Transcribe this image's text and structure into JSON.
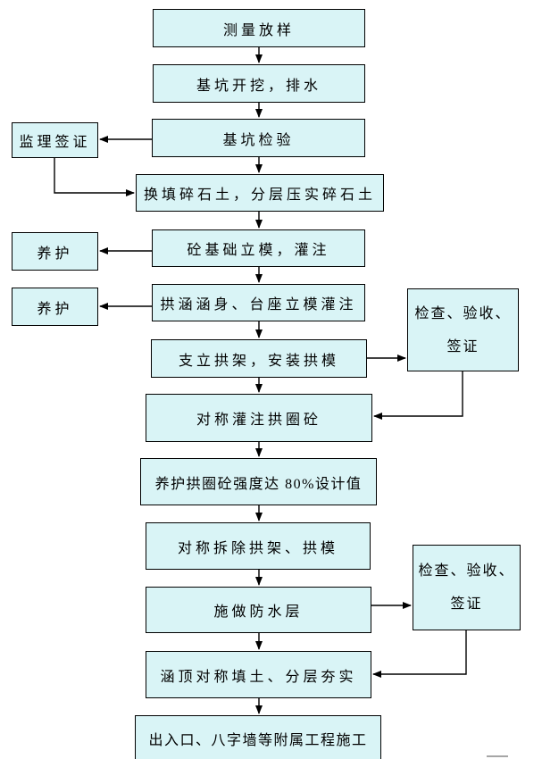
{
  "flowchart": {
    "colors": {
      "page_bg": "#ffffff",
      "box_fill": "#d9f4f6",
      "box_border": "#000000",
      "line": "#000000",
      "text": "#000000",
      "footer_bar": "#a6a6a6"
    },
    "main_steps": [
      "测量放样",
      "基坑开挖，排水",
      "基坑检验",
      "换填碎石土，分层压实碎石土",
      "砼基础立模，灌注",
      "拱涵涵身、台座立模灌注",
      "支立拱架，安装拱模",
      "对称灌注拱圈砼",
      "养护拱圈砼强度达 80%设计值",
      "对称拆除拱架、拱模",
      "施做防水层",
      "涵顶对称填土、分层夯实",
      "出入口、八字墙等附属工程施工"
    ],
    "side_boxes": {
      "supervisor_sign": "监理签证",
      "curing_1": "养护",
      "curing_2": "养护",
      "check_sign_1": "检查、验收、签证",
      "check_sign_2": "检查、验收、签证"
    }
  }
}
